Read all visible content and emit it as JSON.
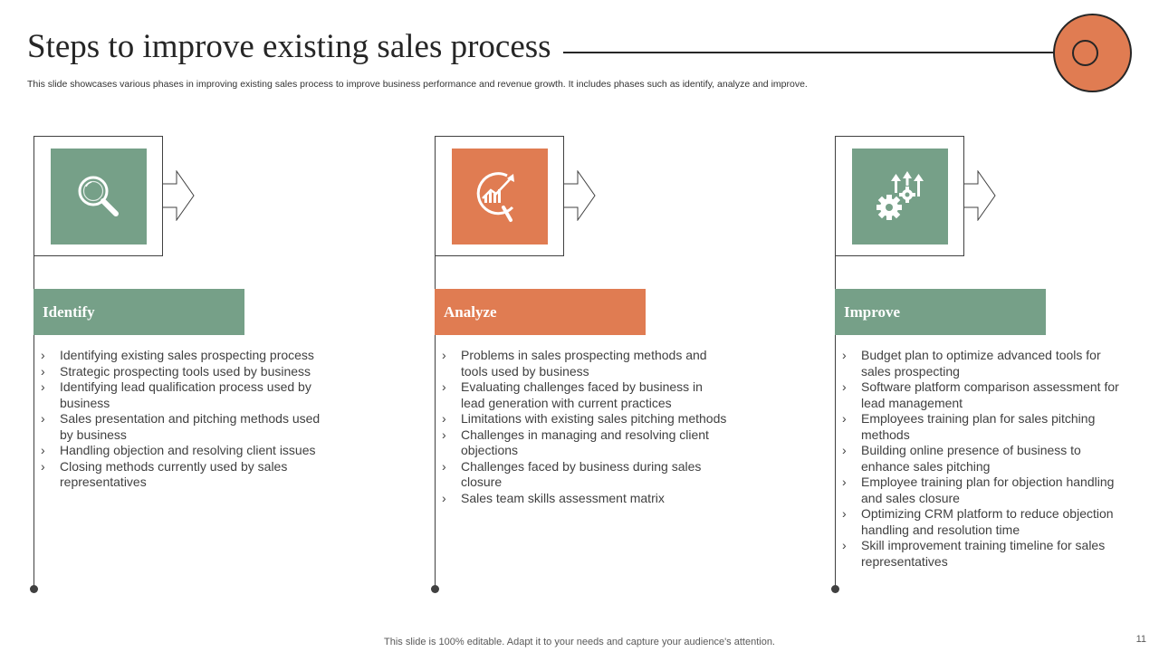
{
  "header": {
    "title": "Steps to improve existing sales process",
    "subtitle": "This slide showcases various phases in improving existing sales process to improve business performance and revenue growth. It includes phases such as identify, analyze and improve."
  },
  "colors": {
    "green": "#76A088",
    "orange": "#E07C52",
    "dark": "#262626"
  },
  "phases": [
    {
      "label": "Identify",
      "icon": "magnifier-icon",
      "color": "#76A088",
      "items": [
        "Identifying existing sales prospecting process",
        "Strategic prospecting tools used by business",
        "Identifying lead qualification process used by business",
        "Sales presentation and pitching methods used by business",
        "Handling objection and resolving client issues",
        "Closing methods currently used by sales representatives"
      ]
    },
    {
      "label": "Analyze",
      "icon": "growth-analysis-icon",
      "color": "#E07C52",
      "items": [
        "Problems in sales prospecting methods and tools used by business",
        "Evaluating challenges faced by business in lead generation with current practices",
        "Limitations with existing sales pitching methods",
        "Challenges in managing and resolving client objections",
        "Challenges faced by business during sales closure",
        "Sales team skills assessment matrix"
      ]
    },
    {
      "label": "Improve",
      "icon": "gears-improvement-icon",
      "color": "#76A088",
      "items": [
        "Budget plan to optimize advanced tools for sales prospecting",
        "Software platform comparison assessment for lead management",
        "Employees training plan for sales pitching methods",
        "Building online presence of business to enhance sales pitching",
        "Employee training plan for objection handling and sales closure",
        "Optimizing CRM platform to reduce objection handling and resolution time",
        "Skill improvement training timeline for sales representatives"
      ]
    }
  ],
  "footer": {
    "note": "This slide is 100% editable. Adapt it to your needs and capture your audience's attention.",
    "page_number": "11"
  }
}
